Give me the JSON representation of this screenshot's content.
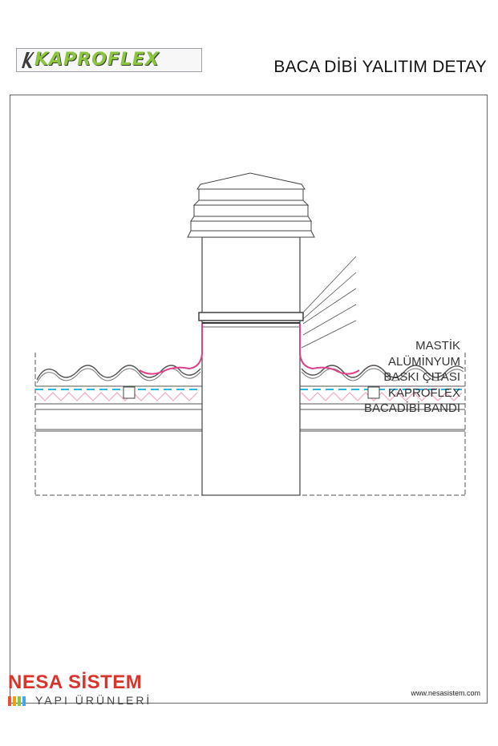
{
  "header": {
    "logo_text": "KAPROFLEX",
    "title": "BACA DİBİ YALITIM DETAY"
  },
  "callouts": [
    {
      "label": "MASTİK"
    },
    {
      "label": "ALÜMİNYUM"
    },
    {
      "label": "BASKI ÇITASI"
    },
    {
      "label": "KAPROFLEX"
    },
    {
      "label": "BACADİBİ BANDI"
    }
  ],
  "footer": {
    "brand": "NESA SİSTEM",
    "tagline": "YAPI ÜRÜNLERİ",
    "website": "www.nesasistem.com",
    "bar_colors": [
      "#e94e3c",
      "#f39c12",
      "#8cc63f",
      "#3fa9f5"
    ]
  },
  "colors": {
    "flashing": "#e0408a",
    "insulation": "#f3a6c8",
    "membrane": "#29b6d8",
    "line": "#444444",
    "logo_green": "#8cc63f",
    "brand_red": "#d9342b"
  }
}
